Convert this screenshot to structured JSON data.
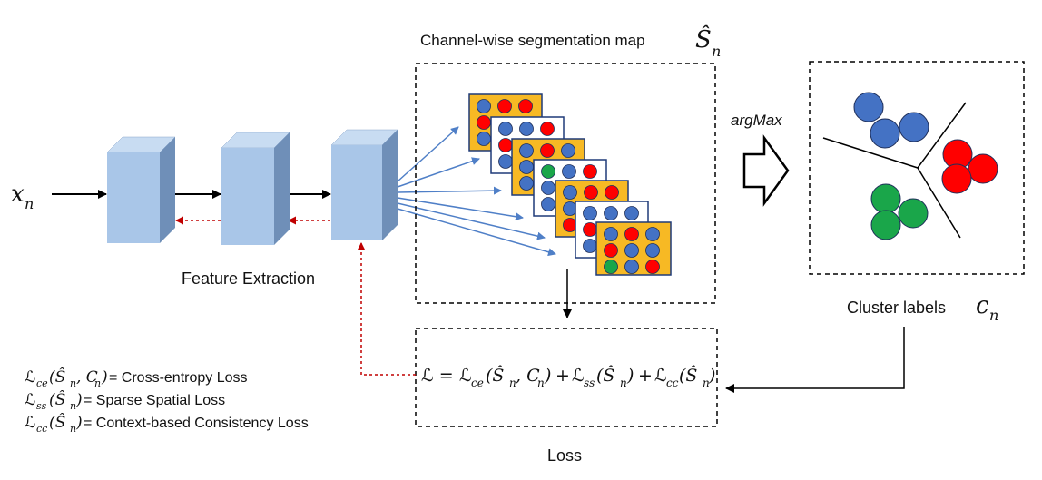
{
  "labels": {
    "input": "x",
    "input_sub": "n",
    "feature_extraction": "Feature Extraction",
    "segmentation_title": "Channel-wise segmentation map",
    "seg_symbol": "Ŝ",
    "seg_sub": "n",
    "argmax": "argMax",
    "cluster_labels": "Cluster labels",
    "cluster_symbol": "c",
    "cluster_sub": "n",
    "loss": "Loss"
  },
  "loss_formula": {
    "lhs": "ℒ =",
    "term1": "ℒ",
    "term1_sub": "ce",
    "term1_args": "(Ŝ",
    "term1_args_sub": "n",
    "term1_args2": ", C",
    "term1_args2_sub": "n",
    "term1_close": ")",
    "plus1": "+",
    "term2": "ℒ",
    "term2_sub": "ss",
    "term2_args": "(Ŝ",
    "term2_args_sub": "n",
    "term2_close": ")",
    "plus2": "+",
    "term3": "ℒ",
    "term3_sub": "cc",
    "term3_args": "(Ŝ",
    "term3_args_sub": "n",
    "term3_close": ")"
  },
  "legend": [
    {
      "sym": "ℒ",
      "sub": "ce",
      "args": "(Ŝ",
      "args_sub": "n",
      "args2": ", C",
      "args2_sub": "n",
      "close": ")",
      "text": " = Cross-entropy Loss"
    },
    {
      "sym": "ℒ",
      "sub": "ss",
      "args": "(Ŝ",
      "args_sub": "n",
      "args2": "",
      "args2_sub": "",
      "close": ")",
      "text": " = Sparse Spatial Loss"
    },
    {
      "sym": "ℒ",
      "sub": "cc",
      "args": "(Ŝ",
      "args_sub": "n",
      "args2": "",
      "args2_sub": "",
      "close": ")",
      "text": " = Context-based Consistency Loss"
    }
  ],
  "colors": {
    "block_front": "#a9c6e8",
    "block_side": "#6f8fb8",
    "block_top": "#c8dcf2",
    "map_fill": "#f7b924",
    "dot_blue": "#4472c4",
    "dot_red": "#ff0000",
    "dot_green": "#1aa64a",
    "arrow_blue": "#4f7fc7",
    "feedback": "#c00000"
  }
}
